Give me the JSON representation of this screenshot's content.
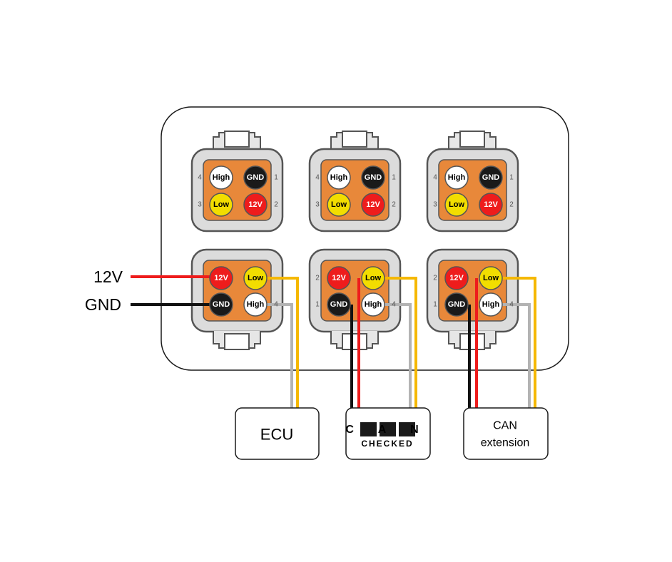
{
  "colors": {
    "red": "#ee1c1c",
    "black": "#1a1a1a",
    "white": "#ffffff",
    "yellow": "#f2dd00",
    "orange": "#e8883a",
    "connector_gray": "#dcdcdc",
    "wire_yellow": "#f5b800",
    "wire_gray": "#b3b3b3"
  },
  "supply": {
    "v12_label": "12V",
    "gnd_label": "GND"
  },
  "pins": {
    "high": "High",
    "gnd": "GND",
    "low": "Low",
    "v12": "12V"
  },
  "pin_numbers": {
    "n1": "1",
    "n2": "2",
    "n3": "3",
    "n4": "4"
  },
  "devices": {
    "ecu": "ECU",
    "can_checked_top": "C A N",
    "can_checked_bottom": "CHECKED",
    "can_extension_line1": "CAN",
    "can_extension_line2": "extension"
  }
}
